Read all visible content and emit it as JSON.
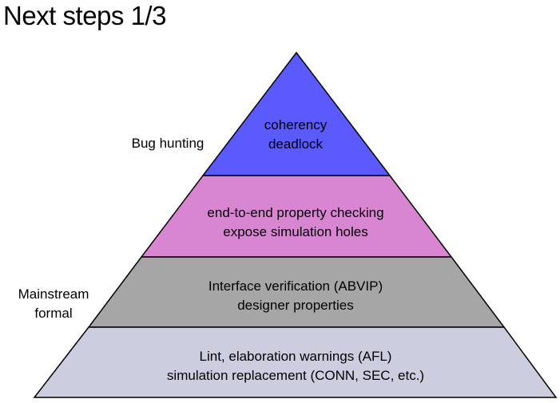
{
  "title": "Next steps 1/3",
  "side_labels": {
    "top": "Bug hunting",
    "bottom_line1": "Mainstream",
    "bottom_line2": "formal"
  },
  "tiers": [
    {
      "line1": "coherency",
      "line2": "deadlock",
      "color": "#5a5aff"
    },
    {
      "line1": "end-to-end property checking",
      "line2": "expose simulation holes",
      "color": "#d986d2"
    },
    {
      "line1": "Interface verification (ABVIP)",
      "line2": "designer properties",
      "color": "#a6a6a6"
    },
    {
      "line1": "Lint, elaboration warnings (AFL)",
      "line2": "simulation replacement (CONN, SEC, etc.)",
      "color": "#cdcde0"
    }
  ]
}
